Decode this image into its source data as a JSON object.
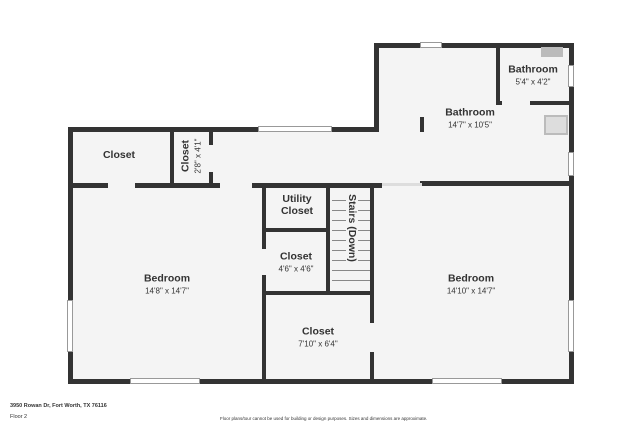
{
  "rooms": [
    {
      "name": "Closet",
      "dims": ""
    },
    {
      "name": "Closet",
      "dims": "2'8\" x 4'1\""
    },
    {
      "name": "Utility Closet",
      "dims": ""
    },
    {
      "name": "Stairs (Down)",
      "dims": ""
    },
    {
      "name": "Closet",
      "dims": "4'6\" x 4'6\""
    },
    {
      "name": "Bedroom",
      "dims": "14'8\" x 14'7\""
    },
    {
      "name": "Bedroom",
      "dims": "14'10\" x 14'7\""
    },
    {
      "name": "Closet",
      "dims": "7'10\" x 6'4\""
    },
    {
      "name": "Bathroom",
      "dims": "14'7\" x 10'5\""
    },
    {
      "name": "Bathroom",
      "dims": "5'4\" x 4'2\""
    }
  ],
  "footer": {
    "address": "3950 Rowan Dr, Fort Worth, TX 76116",
    "floor": "Floor 2",
    "disclaimer": "Floor plans/tour cannot be used for building or design purposes. Sizes and dimensions are approximate."
  },
  "colors": {
    "wall": "#333333",
    "floor": "#f4f4f4"
  }
}
